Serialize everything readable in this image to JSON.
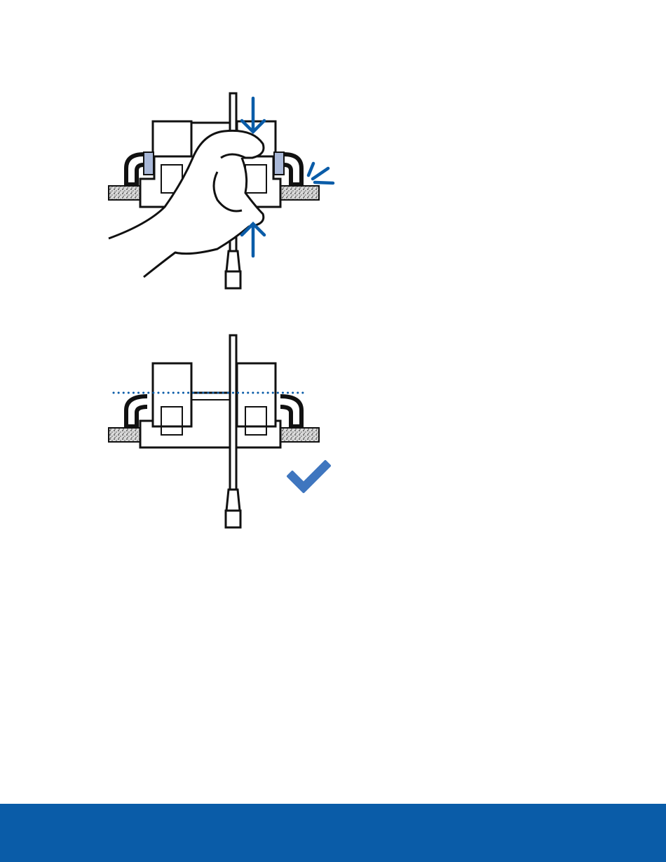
{
  "colors": {
    "accent": "#0a5ca8",
    "checkmark": "#3f76bf",
    "clip_fill": "#a9b8d8",
    "outline": "#111111",
    "footer": "#0a5ca8"
  },
  "figures": [
    {
      "name": "illus-pressing",
      "icons": [
        "hand-icon",
        "press-down-arrow-icon",
        "press-up-arrow-icon",
        "click-sound-icon"
      ]
    },
    {
      "name": "illus-installed",
      "icons": [
        "alignment-dotted-line",
        "checkmark-icon"
      ]
    }
  ]
}
